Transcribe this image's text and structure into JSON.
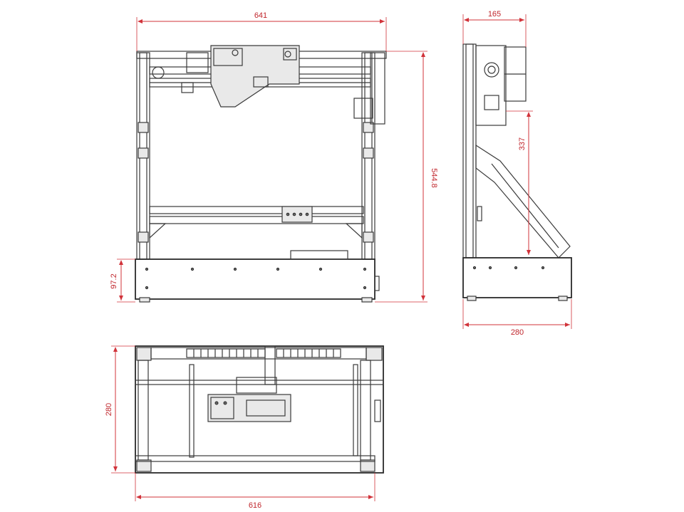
{
  "dimensions": {
    "front_width": "641",
    "front_height": "544.8",
    "front_base_height": "97.2",
    "side_top_width": "165",
    "side_arm_height": "337",
    "side_base_width": "280",
    "top_depth": "280",
    "top_width": "616"
  },
  "colors": {
    "dimension_line": "#d1333a",
    "part_line": "#3a3a3a",
    "background": "#ffffff"
  }
}
